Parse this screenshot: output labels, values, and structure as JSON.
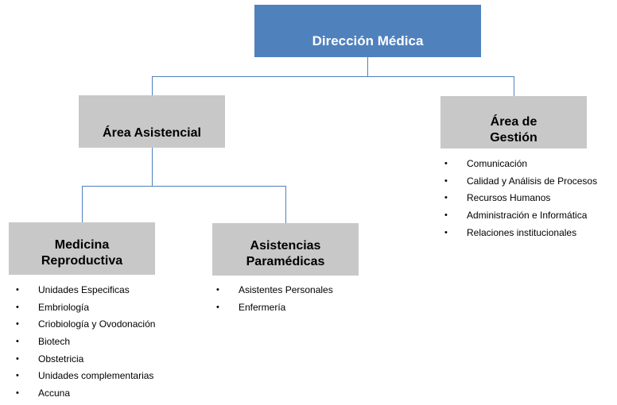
{
  "root": {
    "label": "Dirección Médica"
  },
  "nodes": {
    "asistencial": {
      "label": "Área Asistencial"
    },
    "gestion": {
      "label": "Área de\nGestión",
      "items": [
        "Comunicación",
        "Calidad y Análisis de Procesos",
        "Recursos Humanos",
        "Administración e Informática",
        "Relaciones institucionales"
      ]
    },
    "medicina": {
      "label": "Medicina\nReproductiva",
      "items": [
        "Unidades Especificas",
        "Embriología",
        "Criobiología y Ovodonación",
        "Biotech",
        "Obstetricia",
        "Unidades complementarias",
        "Accuna"
      ]
    },
    "asistencias": {
      "label": "Asistencias\nParamédicas",
      "items": [
        "Asistentes Personales",
        "Enfermería"
      ]
    }
  },
  "colors": {
    "root_fill": "#4f81bd",
    "node_fill": "#c8c8c8",
    "connector": "#4f81bd"
  }
}
